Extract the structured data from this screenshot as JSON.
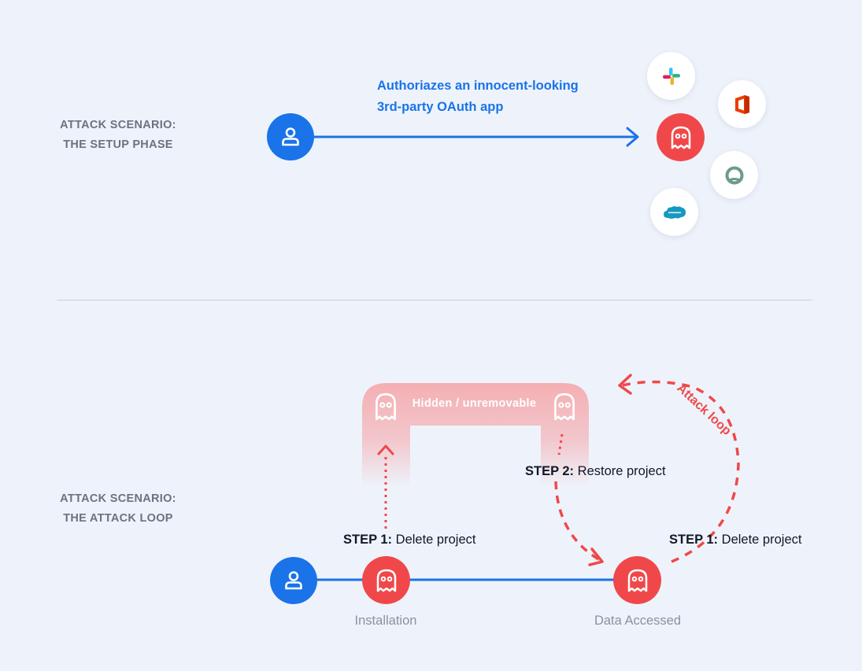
{
  "setup": {
    "scenario_line1": "ATTACK SCENARIO:",
    "scenario_line2": "THE SETUP PHASE",
    "arrow_text_line1": "Authoriazes an innocent-looking",
    "arrow_text_line2": "3rd-party OAuth app",
    "apps": [
      {
        "name": "slack",
        "icon": "slack-logo-icon"
      },
      {
        "name": "office",
        "icon": "office-logo-icon"
      },
      {
        "name": "malicious-app",
        "icon": "ghost-icon"
      },
      {
        "name": "generic-app",
        "icon": "ring-logo-icon"
      },
      {
        "name": "salesforce",
        "icon": "salesforce-logo-icon"
      }
    ]
  },
  "loop": {
    "scenario_line1": "ATTACK SCENARIO:",
    "scenario_line2": "THE ATTACK LOOP",
    "hidden_label": "Hidden / unremovable",
    "step1_left_bold": "STEP 1:",
    "step1_left_text": " Delete project",
    "step2_bold": "STEP 2:",
    "step2_text": " Restore project",
    "step1_right_bold": "STEP 1:",
    "step1_right_text": " Delete project",
    "attack_loop_label": "Attack loop",
    "installation_caption": "Installation",
    "data_accessed_caption": "Data Accessed"
  },
  "colors": {
    "background": "#eef3fb",
    "user_blue": "#1a73e8",
    "ghost_red": "#f0484a",
    "hidden_pink": "#f5a3a6",
    "label_gray": "#6b7280"
  }
}
